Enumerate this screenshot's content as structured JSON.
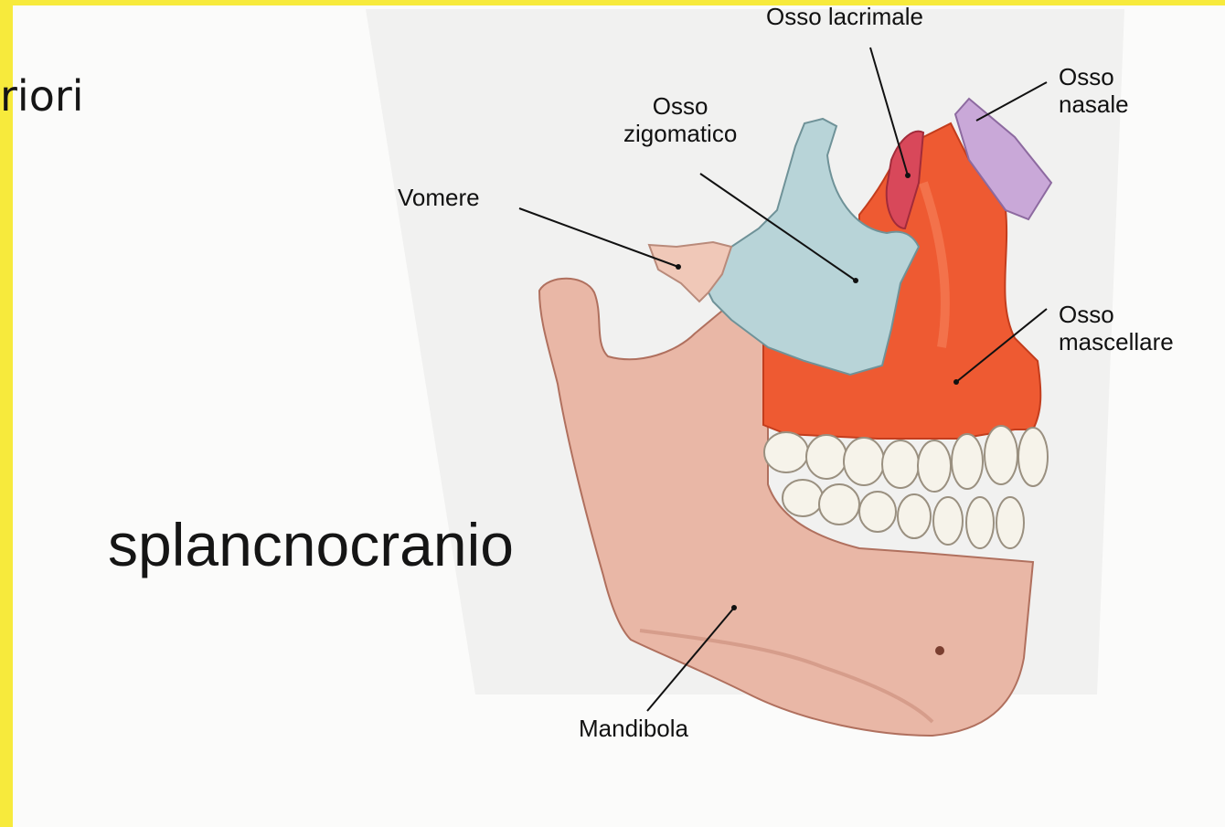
{
  "slide": {
    "partial_title": "riori",
    "main_title": "splancnocranio"
  },
  "labels": {
    "osso_lacrimale": "Osso lacrimale",
    "osso_nasale_1": "Osso",
    "osso_nasale_2": "nasale",
    "osso_zigomatico_1": "Osso",
    "osso_zigomatico_2": "zigomatico",
    "vomere": "Vomere",
    "osso_mascellare_1": "Osso",
    "osso_mascellare_2": "mascellare",
    "mandibola": "Mandibola"
  },
  "colors": {
    "frame": "#f7ea3c",
    "mandible": "#e9b7a6",
    "maxilla": "#ee5a32",
    "zygomatic": "#b8d4d8",
    "nasal": "#c9a8d8",
    "vomer": "#f0c8b8",
    "lacrimal": "#d8485a",
    "teeth": "#f6f3ea"
  }
}
